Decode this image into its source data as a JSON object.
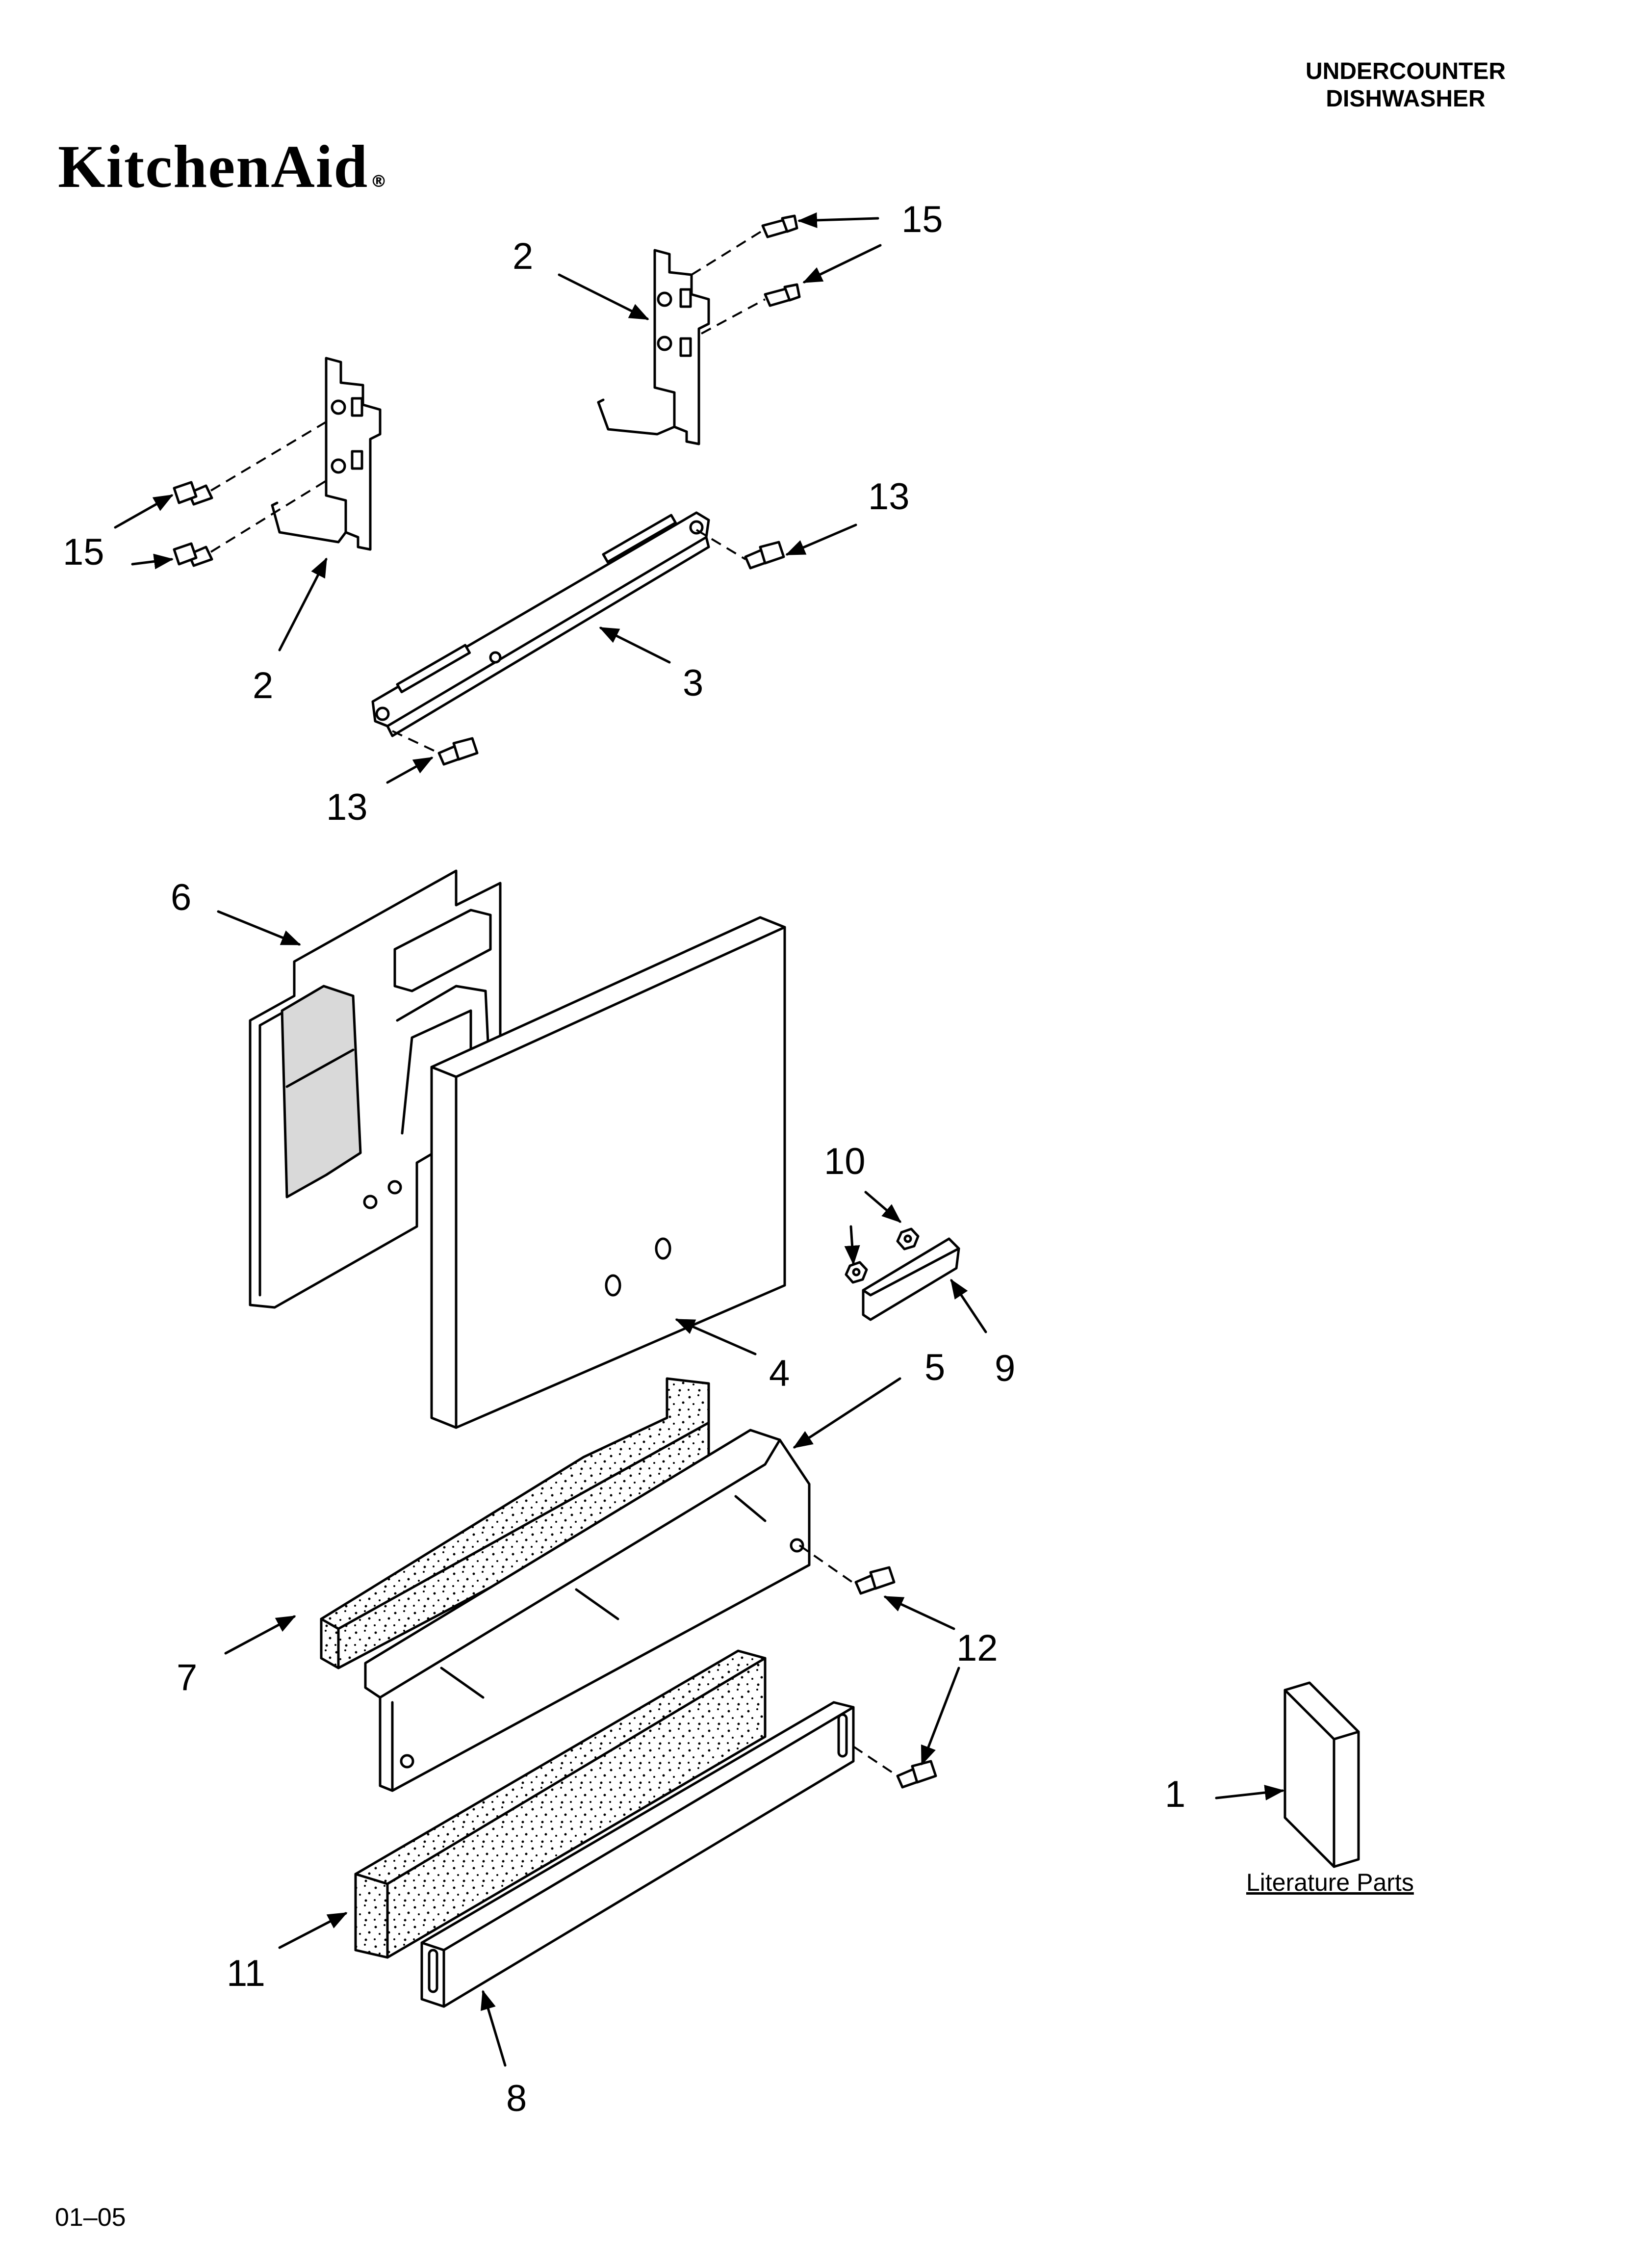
{
  "header": {
    "title_line1": "UNDERCOUNTER",
    "title_line2": "DISHWASHER"
  },
  "brand": {
    "logo_text": "KitchenAid",
    "registered_mark": "®"
  },
  "callouts": {
    "c15a": "15",
    "c2a": "2",
    "c15b": "15",
    "c2b": "2",
    "c13a": "13",
    "c3": "3",
    "c13b": "13",
    "c6": "6",
    "c10": "10",
    "c4": "4",
    "c5": "5",
    "c9": "9",
    "c12": "12",
    "c7": "7",
    "c1": "1",
    "c11": "11",
    "c8": "8"
  },
  "literature": {
    "label": "Literature Parts"
  },
  "footer": {
    "code": "01–05"
  }
}
